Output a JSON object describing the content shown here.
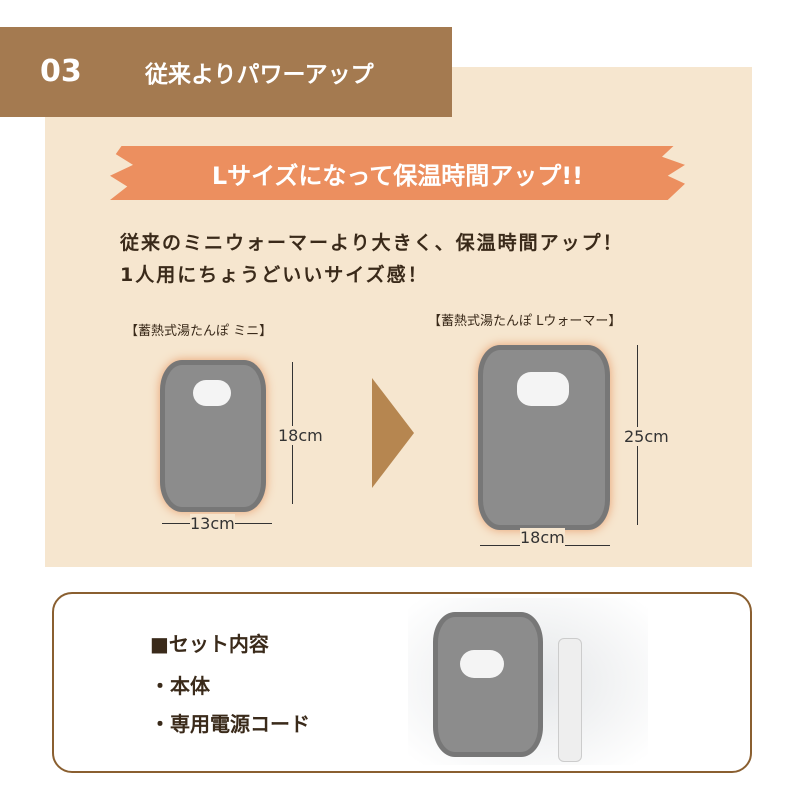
{
  "header": {
    "number": "03",
    "title": "従来よりパワーアップ"
  },
  "banner": "Lサイズになって保温時間アップ!!",
  "lead": [
    "従来のミニウォーマーより大きく、保温時間アップ！",
    "1人用にちょうどいいサイズ感！"
  ],
  "mini": {
    "label": "【蓄熱式湯たんぽ ミニ】",
    "height": "18cm",
    "width": "13cm"
  },
  "large": {
    "label": "【蓄熱式湯たんぽ Lウォーマー】",
    "height": "25cm",
    "width": "18cm"
  },
  "set": {
    "title": "■セット内容",
    "items": [
      "・本体",
      "・専用電源コード"
    ]
  }
}
